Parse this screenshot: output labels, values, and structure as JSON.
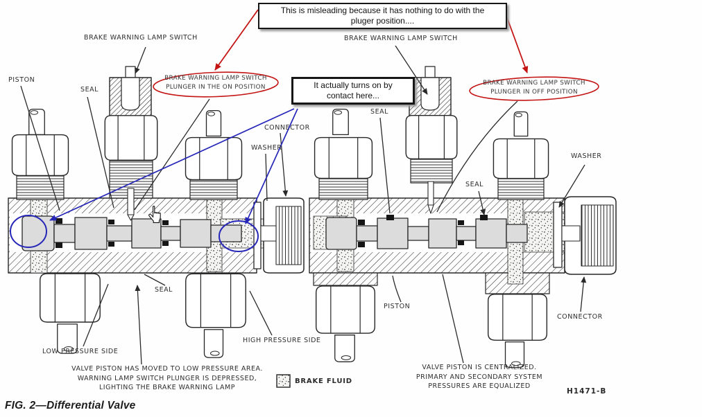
{
  "figure": {
    "caption": "FIG. 2—Differential Valve",
    "part_number": "H1471-B"
  },
  "diagram_labels": {
    "brake_warning_lamp_switch_left": "BRAKE WARNING LAMP SWITCH",
    "brake_warning_lamp_switch_right": "BRAKE WARNING LAMP SWITCH",
    "piston_upper_left": "PISTON",
    "seal_upper_left": "SEAL",
    "connector_upper": "CONNECTOR",
    "washer_left": "WASHER",
    "seal_middle": "SEAL",
    "seal_right": "SEAL",
    "washer_right": "WASHER",
    "seal_lower_left": "SEAL",
    "low_pressure_side": "LOW PRESSURE SIDE",
    "high_pressure_side": "HIGH PRESSURE SIDE",
    "piston_lower_right": "PISTON",
    "connector_lower_right": "CONNECTOR"
  },
  "circled_callouts": {
    "plunger_on": [
      "BRAKE WARNING LAMP SWITCH",
      "PLUNGER IN THE ON POSITION"
    ],
    "plunger_off": [
      "BRAKE WARNING LAMP SWITCH",
      "PLUNGER IN OFF POSITION"
    ]
  },
  "state_captions": {
    "left": [
      "VALVE PISTON HAS MOVED TO LOW PRESSURE AREA.",
      "WARNING LAMP SWITCH PLUNGER IS DEPRESSED,",
      "LIGHTING THE BRAKE WARNING LAMP"
    ],
    "right": [
      "VALVE PISTON IS CENTRALIZED.",
      "PRIMARY AND SECONDARY SYSTEM",
      "PRESSURES ARE EQUALIZED"
    ]
  },
  "legend": {
    "brake_fluid": "BRAKE FLUID"
  },
  "user_annotations": {
    "top_note": [
      "This is misleading because it has nothing to do with the",
      "pluger position...."
    ],
    "middle_note": [
      "It actually turns on by",
      "contact here..."
    ],
    "red_color": "#c41414",
    "blue_color": "#2626b8"
  }
}
